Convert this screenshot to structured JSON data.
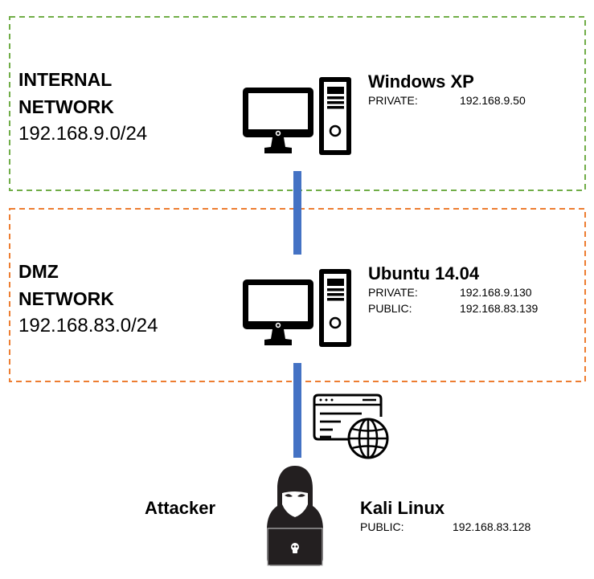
{
  "colors": {
    "internal_zone_border": "#70ad47",
    "dmz_zone_border": "#ed7d31",
    "link": "#4472c4",
    "icon": "#000000"
  },
  "zones": [
    {
      "id": "internal",
      "title_line1": "INTERNAL",
      "title_line2": "NETWORK",
      "subnet": "192.168.9.0/24"
    },
    {
      "id": "dmz",
      "title_line1": "DMZ",
      "title_line2": "NETWORK",
      "subnet": "192.168.83.0/24"
    }
  ],
  "hosts": [
    {
      "name": "Windows XP",
      "icon": "desktop-computer-icon",
      "addresses": [
        {
          "label": "PRIVATE:",
          "ip": "192.168.9.50"
        }
      ]
    },
    {
      "name": "Ubuntu 14.04",
      "icon": "desktop-computer-icon",
      "service_icon": "web-browser-globe-icon",
      "addresses": [
        {
          "label": "PRIVATE:",
          "ip": "192.168.9.130"
        },
        {
          "label": "PUBLIC:",
          "ip": "192.168.83.139"
        }
      ]
    },
    {
      "name": "Kali Linux",
      "role": "Attacker",
      "icon": "hooded-hacker-icon",
      "addresses": [
        {
          "label": "PUBLIC:",
          "ip": "192.168.83.128"
        }
      ]
    }
  ]
}
